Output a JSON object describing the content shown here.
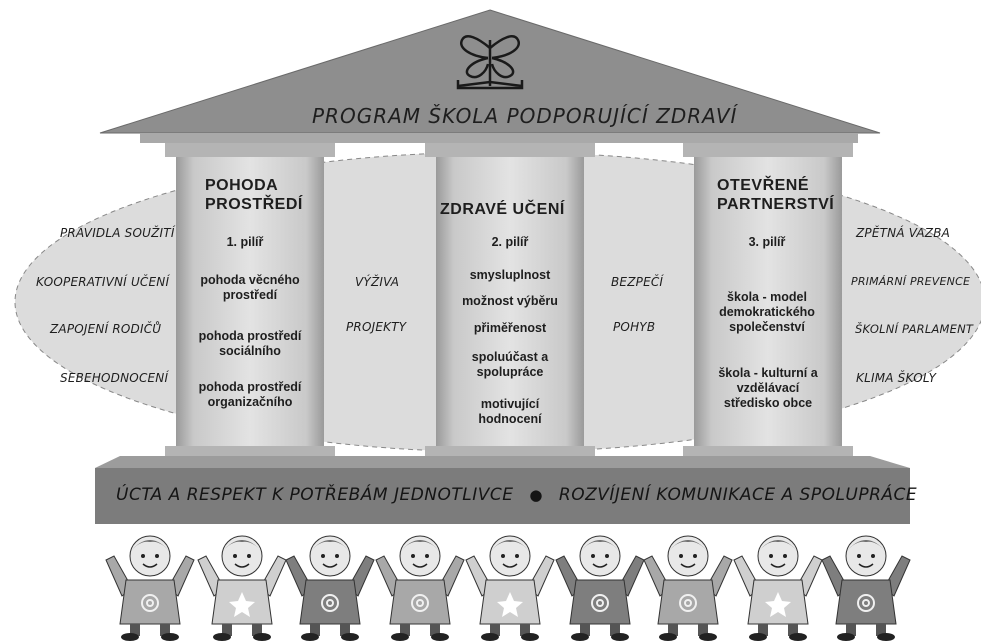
{
  "title": "PROGRAM ŠKOLA PODPORUJÍCÍ ZDRAVÍ",
  "left_labels": [
    "PRAVIDLA SOUŽITÍ",
    "KOOPERATIVNÍ UČENÍ",
    "ZAPOJENÍ  RODIČŮ",
    "SEBEHODNOCENÍ"
  ],
  "right_labels": [
    "ZPĚTNÁ VAZBA",
    "PRIMÁRNÍ PREVENCE",
    "ŠKOLNÍ PARLAMENT",
    "KLIMA ŠKOLY"
  ],
  "gap_left": [
    "VÝŽIVA",
    "PROJEKTY"
  ],
  "gap_right": [
    "BEZPEČÍ",
    "POHYB"
  ],
  "pillars": [
    {
      "heading_1": "POHODA",
      "heading_2": "PROSTŘEDÍ",
      "number": "1. pilíř",
      "items": [
        "pohoda věcného prostředí",
        "pohoda prostředí sociálního",
        "pohoda prostředí organizačního"
      ]
    },
    {
      "heading_1": "ZDRAVÉ UČENÍ",
      "number": "2. pilíř",
      "items": [
        "smysluplnost",
        "možnost výběru",
        "přiměřenost",
        "spoluúčast a spolupráce",
        "motivující hodnocení"
      ]
    },
    {
      "heading_1": "OTEVŘENÉ",
      "heading_2": "PARTNERSTVÍ",
      "number": "3. pilíř",
      "items": [
        "škola - model demokratického společenství",
        "škola - kulturní a vzdělávací středisko obce"
      ]
    }
  ],
  "foundation": {
    "left": "ÚCTA A RESPEKT K POTŘEBÁM JEDNOTLIVCE",
    "separator": "●",
    "right": "ROZVÍJENÍ KOMUNIKACE A SPOLUPRÁCE"
  },
  "colors": {
    "roof": "#8c8c8c",
    "pillar": "#c4c4c4",
    "band": "#7a7a7a",
    "ellipse": "#d8d8d8"
  }
}
